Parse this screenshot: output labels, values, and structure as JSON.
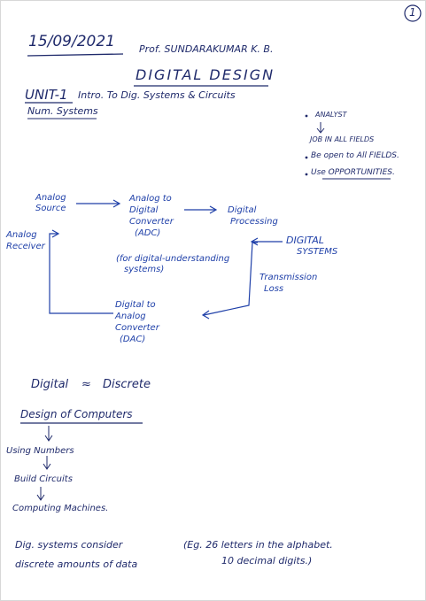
{
  "page_number": "1",
  "date": "15/09/2021",
  "professor": "Prof. SUNDARAKUMAR K. B.",
  "title": "DIGITAL DESIGN",
  "unit": "UNIT-1",
  "unit_topic": "Intro. To Dig. Systems & Circuits",
  "subtopic": "Num. Systems",
  "notes_right": {
    "analyst": "ANALYST",
    "jobs": "JOB IN ALL FIELDS",
    "open": "Be open to All FIELDS.",
    "opportunities": "Use OPPORTUNITIES."
  },
  "flow": {
    "analog_source": [
      "Analog",
      "Source"
    ],
    "adc_block": [
      "Analog to",
      "Digital",
      "Converter",
      "(ADC)"
    ],
    "adc_note": [
      "(for digital-understanding",
      "systems)"
    ],
    "digital_processing": [
      "Digital",
      "Processing"
    ],
    "digital_systems": [
      "DIGITAL",
      "SYSTEMS"
    ],
    "transmission_loss": [
      "Transmission",
      "Loss"
    ],
    "dac_block": [
      "Digital to",
      "Analog",
      "Converter",
      "(DAC)"
    ],
    "analog_receiver": [
      "Analog",
      "Receiver"
    ]
  },
  "equivalence": {
    "left": "Digital",
    "symbol": "≈",
    "right": "Discrete"
  },
  "design_heading": "Design of Computers",
  "design_steps": [
    "Using Numbers",
    "Build Circuits",
    "Computing Machines."
  ],
  "conclusion": [
    "Dig. systems consider",
    "discrete amounts of data"
  ],
  "example": [
    "(Eg. 26 letters in the alphabet.",
    "10 decimal digits.)"
  ]
}
